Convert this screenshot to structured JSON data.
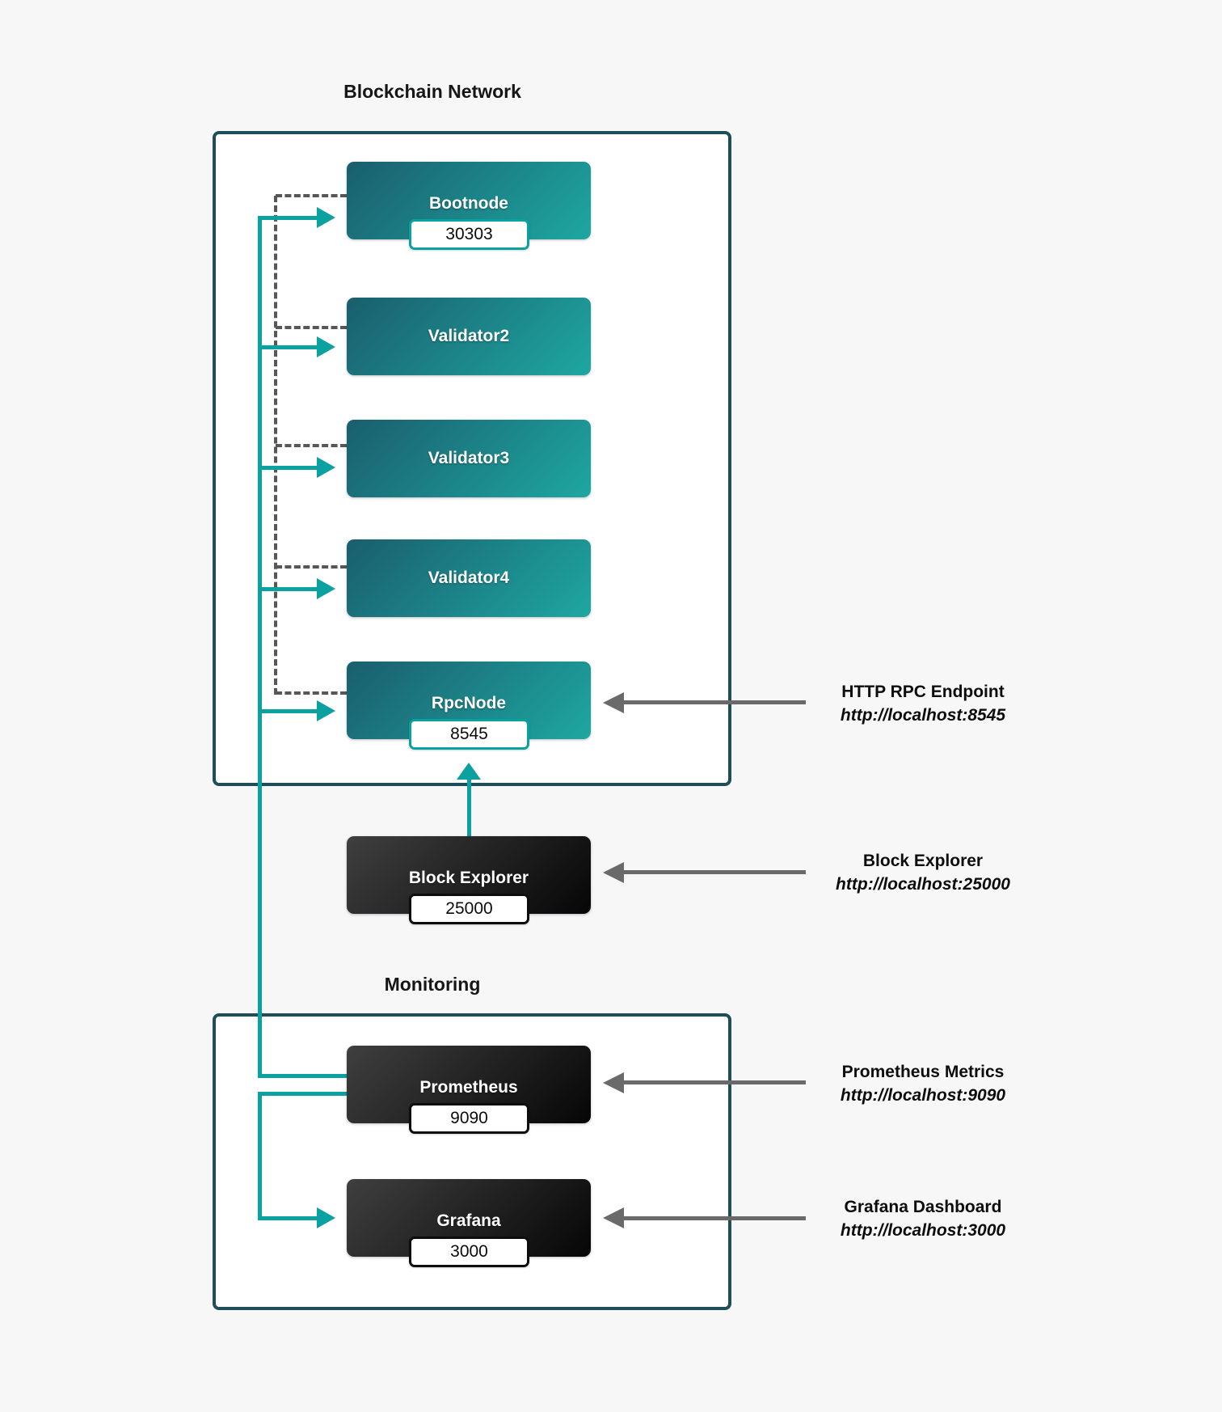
{
  "diagram": {
    "network": {
      "title": "Blockchain Network",
      "nodes": [
        {
          "label": "Bootnode",
          "port": "30303"
        },
        {
          "label": "Validator2"
        },
        {
          "label": "Validator3"
        },
        {
          "label": "Validator4"
        },
        {
          "label": "RpcNode",
          "port": "8545"
        }
      ]
    },
    "explorer": {
      "label": "Block Explorer",
      "port": "25000"
    },
    "monitoring": {
      "title": "Monitoring",
      "nodes": [
        {
          "label": "Prometheus",
          "port": "9090"
        },
        {
          "label": "Grafana",
          "port": "3000"
        }
      ]
    },
    "annotations": [
      {
        "title": "HTTP RPC Endpoint",
        "url": "http://localhost:8545"
      },
      {
        "title": "Block Explorer",
        "url": "http://localhost:25000"
      },
      {
        "title": "Prometheus Metrics",
        "url": "http://localhost:9090"
      },
      {
        "title": "Grafana Dashboard",
        "url": "http://localhost:3000"
      }
    ],
    "colors": {
      "accent_teal": "#0ca1a1",
      "node_grad_start": "#1a5e6d",
      "node_grad_end": "#1ea7a1",
      "dark_grad_start": "#3f3f3f",
      "dark_grad_end": "#060606",
      "group_border": "#1e4e57",
      "dashed_line": "#575757",
      "gray_arrow": "#6a6a6a",
      "text": "#111111",
      "bg": "#f7f7f8"
    }
  }
}
